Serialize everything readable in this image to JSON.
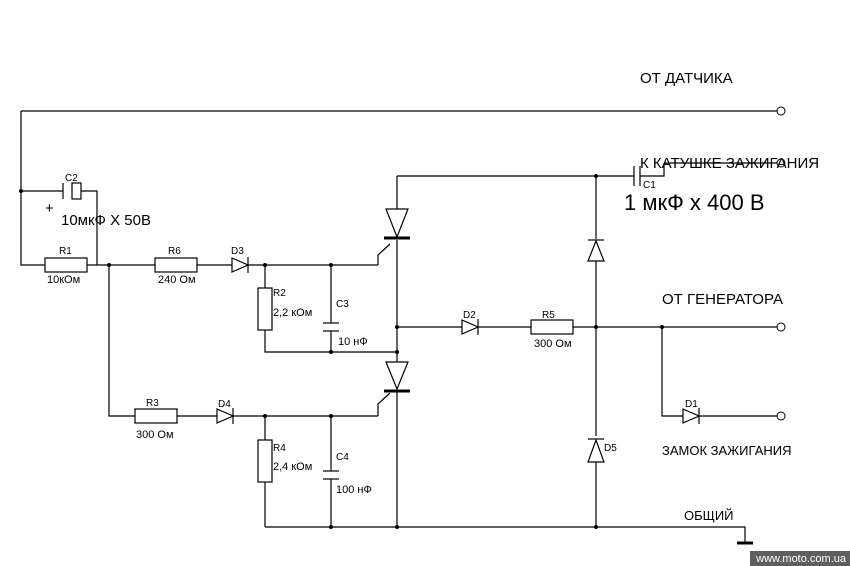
{
  "terminals": {
    "sensor": "ОТ ДАТЧИКА",
    "coil": "К КАТУШКЕ ЗАЖИГАНИЯ",
    "generator": "ОТ ГЕНЕРАТОРА",
    "ignition_lock": "ЗАМОК ЗАЖИГАНИЯ",
    "common": "ОБЩИЙ"
  },
  "components": {
    "c2": {
      "ref": "C2",
      "value": "10мкФ Х 50В",
      "polarity": "+"
    },
    "c1": {
      "ref": "C1",
      "value": "1 мкФ х 400 В"
    },
    "r1": {
      "ref": "R1",
      "value": "10кОм"
    },
    "r6": {
      "ref": "R6",
      "value": "240 Ом"
    },
    "d3": {
      "ref": "D3"
    },
    "r2": {
      "ref": "R2",
      "value": "2,2 кОм"
    },
    "c3": {
      "ref": "C3",
      "value": "10 нФ"
    },
    "d2": {
      "ref": "D2"
    },
    "r5": {
      "ref": "R5",
      "value": "300 Ом"
    },
    "r3": {
      "ref": "R3",
      "value": "300 Ом"
    },
    "d4": {
      "ref": "D4"
    },
    "r4": {
      "ref": "R4",
      "value": "2,4 кОм"
    },
    "c4": {
      "ref": "C4",
      "value": "100 нФ"
    },
    "d1": {
      "ref": "D1"
    },
    "d5": {
      "ref": "D5"
    }
  },
  "watermark": "www.moto.com.ua"
}
